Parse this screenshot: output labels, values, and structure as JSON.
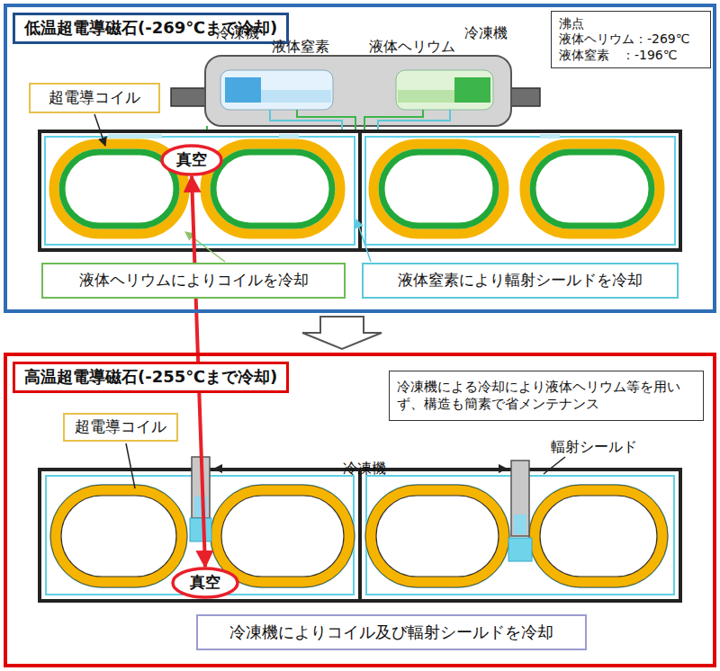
{
  "diagram": {
    "nodes": [
      {
        "text": [
          "低温超電導磁石(-269℃まで冷却)"
        ]
      },
      {
        "text": [
          "沸点",
          "液体ヘリウム：-269℃",
          "液体窒素　：-196℃"
        ],
        "in": 0
      },
      {
        "text": [
          "超電導コイル"
        ],
        "in": 0
      },
      {
        "text": [
          "真空"
        ],
        "in": 0
      },
      {
        "text": [
          "液体ヘリウムによりコイルを冷却"
        ],
        "in": 0
      },
      {
        "text": [
          "液体窒素により輻射シールドを冷却"
        ],
        "in": 0
      },
      {
        "text": [
          "高温超電導磁石(-255℃まで冷却)"
        ]
      },
      {
        "text": [
          "冷凍機による冷却により液体ヘリウム等を用いず、構造も簡素で省メンテナンス"
        ],
        "in": 6
      },
      {
        "text": [
          "超電導コイル"
        ],
        "in": 6
      },
      {
        "text": [
          "真空"
        ],
        "in": 6
      },
      {
        "text": [
          "冷凍機によりコイル及び輻射シールドを冷却"
        ],
        "in": 6
      }
    ],
    "edges": [
      {
        "from": 3,
        "to": 9,
        "arrow": "both"
      }
    ],
    "labels": [
      "冷凍機",
      "液体窒素",
      "液体ヘリウム",
      "冷凍機",
      "冷凍機",
      "輻射シールド"
    ]
  }
}
